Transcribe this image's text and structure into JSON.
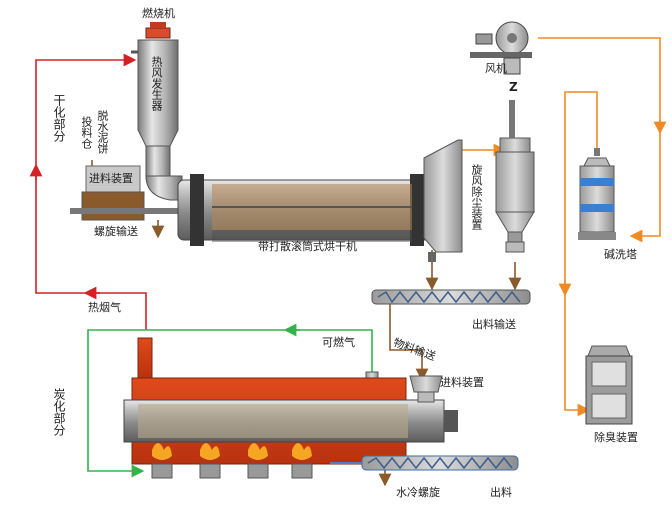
{
  "sections": {
    "drying": "干化部分",
    "carbonization": "炭化部分"
  },
  "labels": {
    "burner": "燃烧机",
    "hot_air_generator": "热风发生器",
    "feed_bin": "投料仓",
    "dewatered_sludge": "脱水泥饼",
    "feed_device_top": "进料装置",
    "screw_conveyor": "螺旋输送",
    "dryer": "带打散滚筒式烘干机",
    "cyclone": "旋风除尘装置",
    "fan": "风机",
    "scrubber": "碱洗塔",
    "deodorizer": "除臭装置",
    "discharge_conveyor": "出料输送",
    "hot_flue_gas": "热烟气",
    "combustible_gas": "可燃气",
    "material_conveying": "物料输送",
    "feed_device_bottom": "进料装置",
    "water_cooled_screw": "水冷螺旋",
    "discharge": "出料",
    "z_marker": "Z"
  },
  "colors": {
    "hot_gas_line": "#d62027",
    "combustible_line": "#35b34a",
    "exhaust_line": "#f08a24",
    "material_line": "#8b5a2b"
  }
}
